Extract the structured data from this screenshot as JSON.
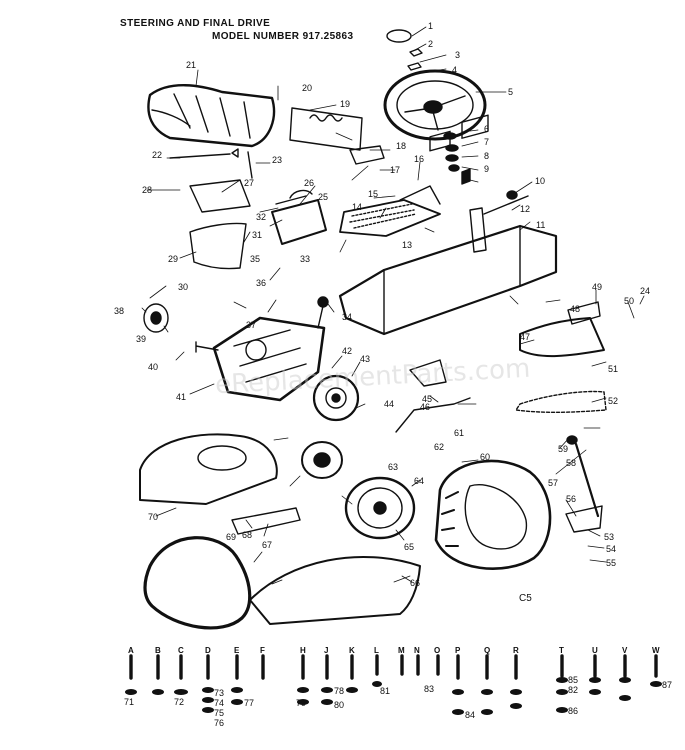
{
  "header": {
    "title": "STEERING AND FINAL DRIVE",
    "model": "MODEL NUMBER 917.25863"
  },
  "watermark": "eReplacementParts.com",
  "code": "C5",
  "part_numbers": [
    "1",
    "2",
    "3",
    "4",
    "5",
    "6",
    "7",
    "8",
    "9",
    "10",
    "11",
    "12",
    "13",
    "14",
    "15",
    "16",
    "17",
    "18",
    "19",
    "20",
    "21",
    "22",
    "23",
    "24",
    "25",
    "26",
    "27",
    "28",
    "29",
    "30",
    "31",
    "32",
    "33",
    "34",
    "35",
    "36",
    "37",
    "38",
    "39",
    "40",
    "41",
    "42",
    "43",
    "44",
    "45",
    "46",
    "47",
    "48",
    "49",
    "50",
    "51",
    "52",
    "53",
    "54",
    "55",
    "56",
    "57",
    "58",
    "59",
    "60",
    "61",
    "62",
    "63",
    "64",
    "65",
    "66",
    "67",
    "68",
    "69",
    "70",
    "71",
    "72",
    "73",
    "74",
    "75",
    "76",
    "77",
    "78",
    "79",
    "80",
    "81",
    "82",
    "83",
    "84",
    "85",
    "86",
    "87"
  ],
  "view_letters": [
    "A",
    "B",
    "C",
    "D",
    "E",
    "F",
    "H",
    "J",
    "K",
    "L",
    "M",
    "N",
    "O",
    "P",
    "Q",
    "R",
    "T",
    "U",
    "V",
    "W"
  ],
  "colors": {
    "ink": "#111111",
    "watermark": "#c9c9c9"
  }
}
